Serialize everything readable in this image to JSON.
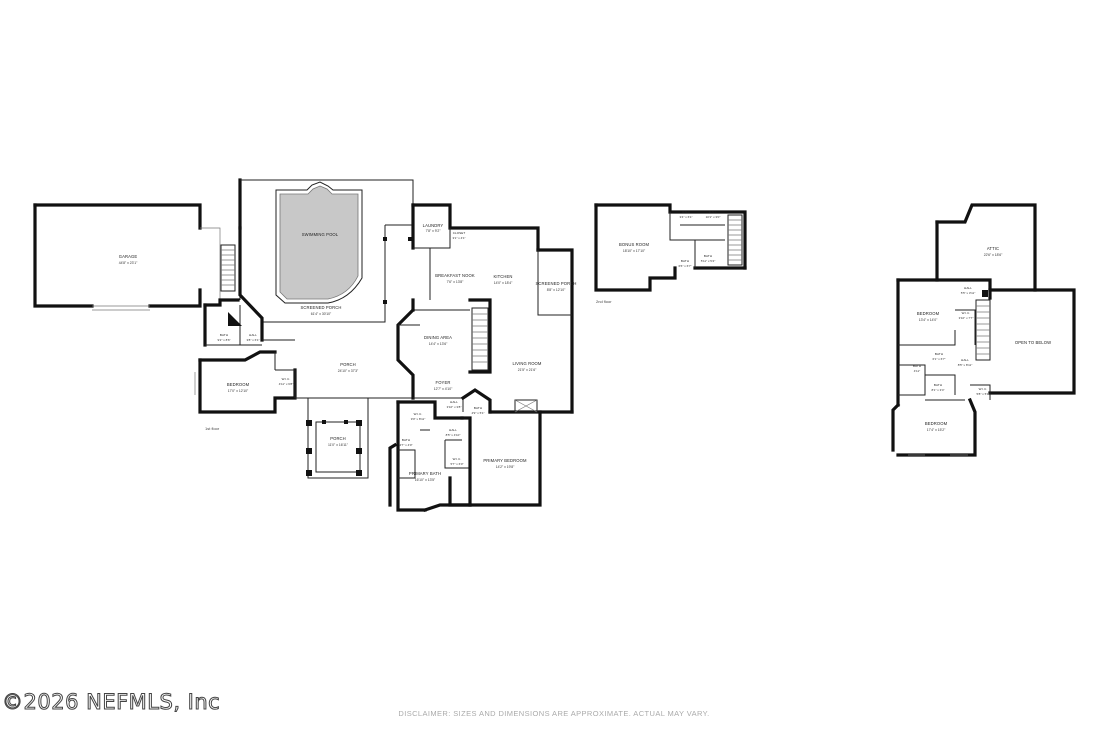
{
  "rooms": {
    "garage": {
      "name": "GARAGE",
      "dim": "44'8\" x 23'1\""
    },
    "swimming_pool": {
      "name": "SWIMMING POOL",
      "dim": ""
    },
    "screened_porch_main": {
      "name": "SCREENED PORCH",
      "dim": "61'4\" x 30'10\""
    },
    "laundry": {
      "name": "LAUNDRY",
      "dim": "7'8\" x 9'2\""
    },
    "closet_laundry": {
      "name": "CLOSET",
      "dim": "3'1\" x 4'1\""
    },
    "breakfast_nook": {
      "name": "BREAKFAST NOOK",
      "dim": "7'6\" x 13'8\""
    },
    "kitchen": {
      "name": "KITCHEN",
      "dim": "14'0\" x 18'4\""
    },
    "screened_porch_side": {
      "name": "SCREENED PORCH",
      "dim": "8'8\" x 12'10\""
    },
    "dining_area": {
      "name": "DINING AREA",
      "dim": "14'4\" x 13'6\""
    },
    "living_room": {
      "name": "LIVING ROOM",
      "dim": "21'5\" x 21'6\""
    },
    "foyer": {
      "name": "FOYER",
      "dim": "12'7\" x 4'10\""
    },
    "hall_foyer": {
      "name": "HALL",
      "dim": "3'10\" x 3'8\""
    },
    "bath_half": {
      "name": "BATH",
      "dim": "4'9\" x 5'1\""
    },
    "porch": {
      "name": "PORCH",
      "dim": "24'10\" x 37'3\""
    },
    "bath_guest": {
      "name": "BATH",
      "dim": "9'2\" x 8'6\""
    },
    "hall_guest": {
      "name": "HALL",
      "dim": "3'8\" x 6'1\""
    },
    "bedroom_guest": {
      "name": "BEDROOM",
      "dim": "17'0\" x 12'10\""
    },
    "wic_guest": {
      "name": "W.I.C.",
      "dim": "4'11\" x 6'8\""
    },
    "porch_front": {
      "name": "PORCH",
      "dim": "11'0\" x 16'11\""
    },
    "wic_primary": {
      "name": "W.I.C.",
      "dim": "9'0\" x 8'11\""
    },
    "hall_primary": {
      "name": "HALL",
      "dim": "8'5\" x 4'10\""
    },
    "bath_primary_small": {
      "name": "BATH",
      "dim": "4'7\" x 4'0\""
    },
    "wic_primary_2": {
      "name": "W.I.C.",
      "dim": "5'7\" x 6'0\""
    },
    "primary_bath": {
      "name": "PRIMARY BATH",
      "dim": "16'10\" x 13'5\""
    },
    "primary_bedroom": {
      "name": "PRIMARY BEDROOM",
      "dim": "14'2\" x 19'8\""
    },
    "bonus_room": {
      "name": "BONUS ROOM",
      "dim": "18'10\" x 17'10\""
    },
    "bonus_hall_1": {
      "name": "HALL",
      "dim": "3'4\" x 6'1\""
    },
    "bonus_hall_2": {
      "name": "HALL",
      "dim": "10'1\" x 3'0\""
    },
    "bonus_bath": {
      "name": "BATH",
      "dim": "6'6\" x 6'7\""
    },
    "bonus_bath_2": {
      "name": "BATH",
      "dim": "5'11\" x 5'4\""
    },
    "attic": {
      "name": "ATTIC",
      "dim": "22'6\" x 18'6\""
    },
    "hall_up_1": {
      "name": "HALL",
      "dim": "5'5\" x 3'11\""
    },
    "bedroom_up_1": {
      "name": "BEDROOM",
      "dim": "13'4\" x 14'0\""
    },
    "wic_up": {
      "name": "W.I.C.",
      "dim": "3'10\" x 7'7\""
    },
    "open_to_below": {
      "name": "OPEN TO BELOW",
      "dim": ""
    },
    "bath_up_1": {
      "name": "BATH",
      "dim": "6'1\" x 6'7\""
    },
    "bath_up_2": {
      "name": "BATH",
      "dim": "4'11\""
    },
    "hall_up_2": {
      "name": "HALL",
      "dim": "8'5\" x 8'11\""
    },
    "bath_up_3": {
      "name": "BATH",
      "dim": "8'1\" x 3'4\""
    },
    "wic_up_2": {
      "name": "W.I.C.",
      "dim": "5'8\" x 5'1\""
    },
    "bedroom_up_2": {
      "name": "BEDROOM",
      "dim": "17'4\" x 15'2\""
    }
  },
  "floor_labels": {
    "first": "1st floor",
    "second": "2nd floor"
  },
  "watermark": "©2026 NEFMLS, Inc",
  "disclaimer": "DISCLAIMER: SIZES AND DIMENSIONS ARE APPROXIMATE. ACTUAL MAY VARY."
}
